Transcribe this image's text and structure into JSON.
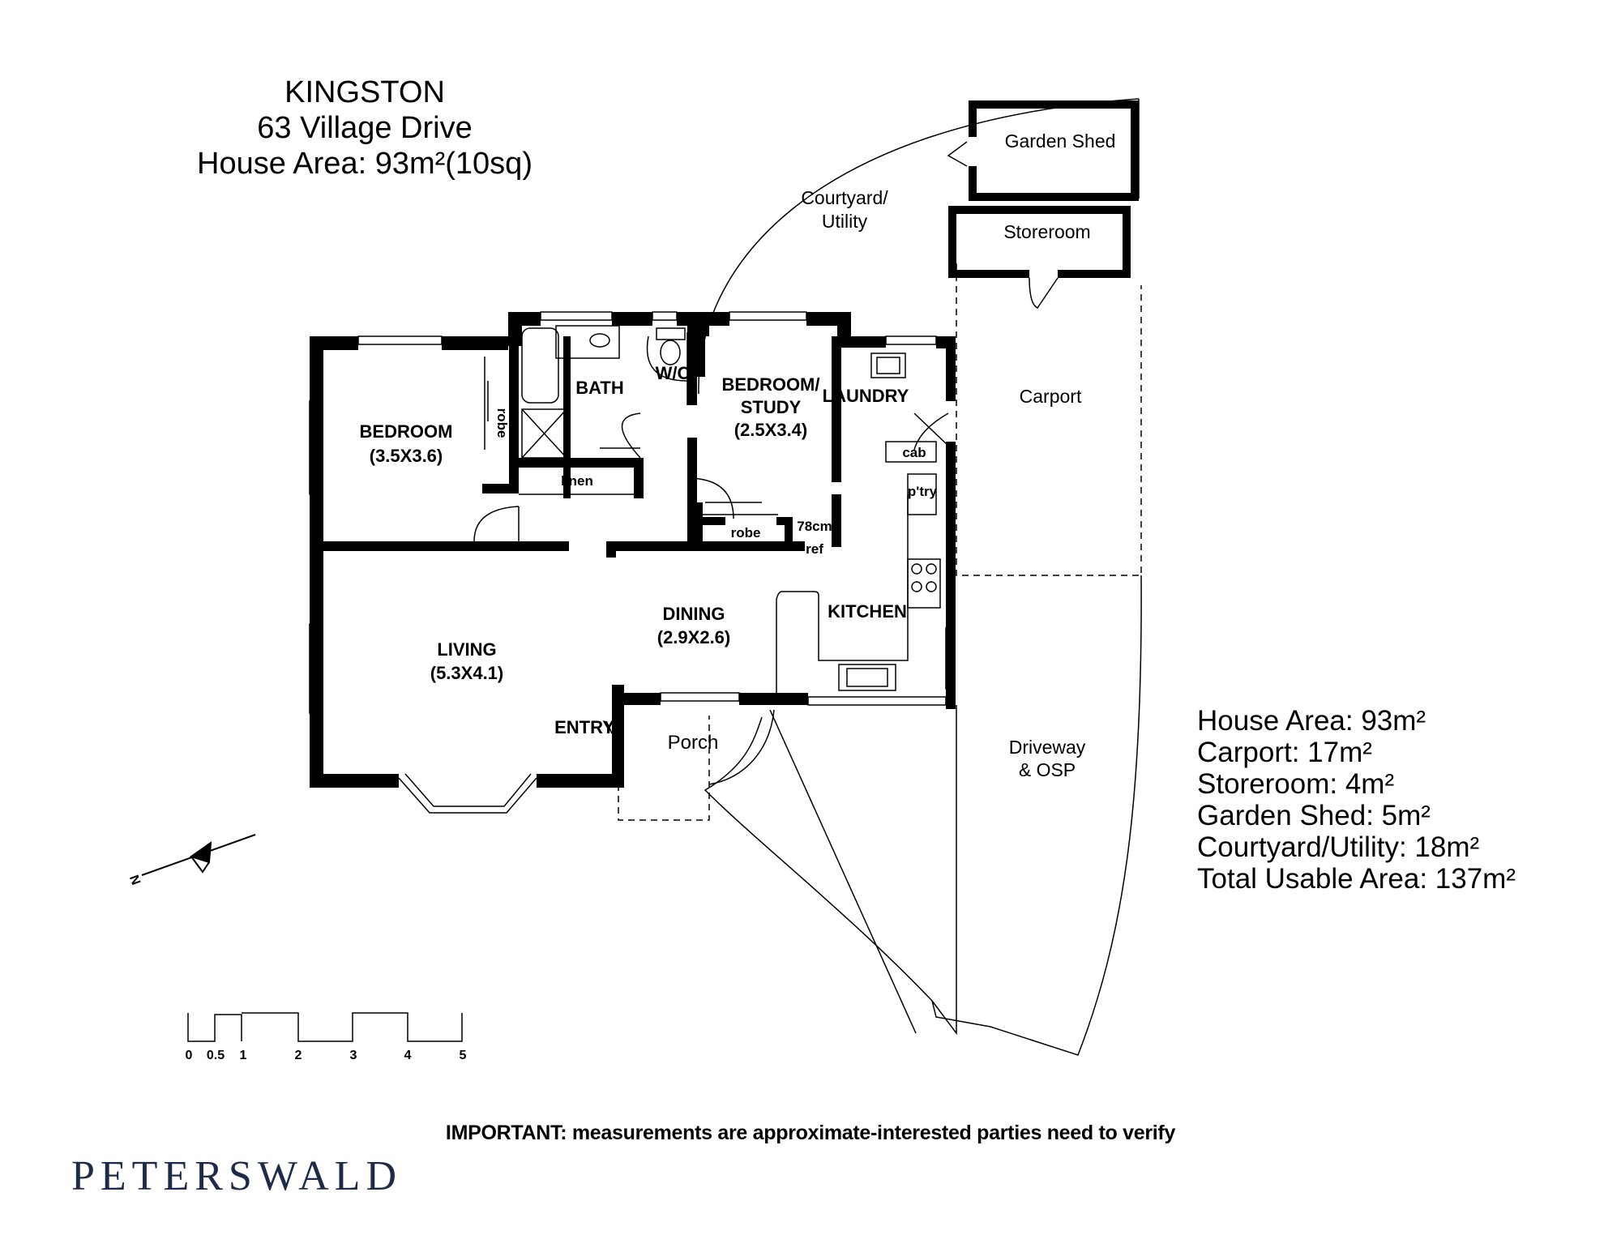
{
  "header": {
    "suburb": "KINGSTON",
    "address": "63 Village Drive",
    "house_area": "House Area: 93m²(10sq)"
  },
  "rooms": {
    "bedroom": "BEDROOM",
    "bedroom_size": "(3.5X3.6)",
    "robe_side": "robe",
    "bath": "BATH",
    "wc": "W/C",
    "linen": "linen",
    "bedroom_study_1": "BEDROOM/",
    "bedroom_study_2": "STUDY",
    "bedroom_study_size": "(2.5X3.4)",
    "robe": "robe",
    "fridge_1": "78cm",
    "fridge_2": "ref",
    "laundry": "LAUNDRY",
    "cab": "cab",
    "pantry": "p'try",
    "living": "LIVING",
    "living_size": "(5.3X4.1)",
    "dining": "DINING",
    "dining_size": "(2.9X2.6)",
    "kitchen": "KITCHEN",
    "entry": "ENTRY",
    "porch": "Porch",
    "courtyard_1": "Courtyard/",
    "courtyard_2": "Utility",
    "garden_shed": "Garden Shed",
    "storeroom": "Storeroom",
    "carport": "Carport",
    "driveway_1": "Driveway",
    "driveway_2": "& OSP"
  },
  "compass": {
    "label": "N"
  },
  "scale": {
    "labels": [
      "0",
      "0.5",
      "1",
      "2",
      "3",
      "4",
      "5"
    ]
  },
  "areas": {
    "house": "House Area: 93m²",
    "carport": "Carport: 17m²",
    "storeroom": "Storeroom: 4m²",
    "garden_shed": "Garden Shed: 5m²",
    "courtyard": "Courtyard/Utility: 18m²",
    "total": "Total Usable Area: 137m²"
  },
  "disclaimer": "IMPORTANT: measurements are approximate-interested parties need to verify",
  "brand": {
    "name": "PETERSWALD",
    "color": "#1d2b4a"
  }
}
